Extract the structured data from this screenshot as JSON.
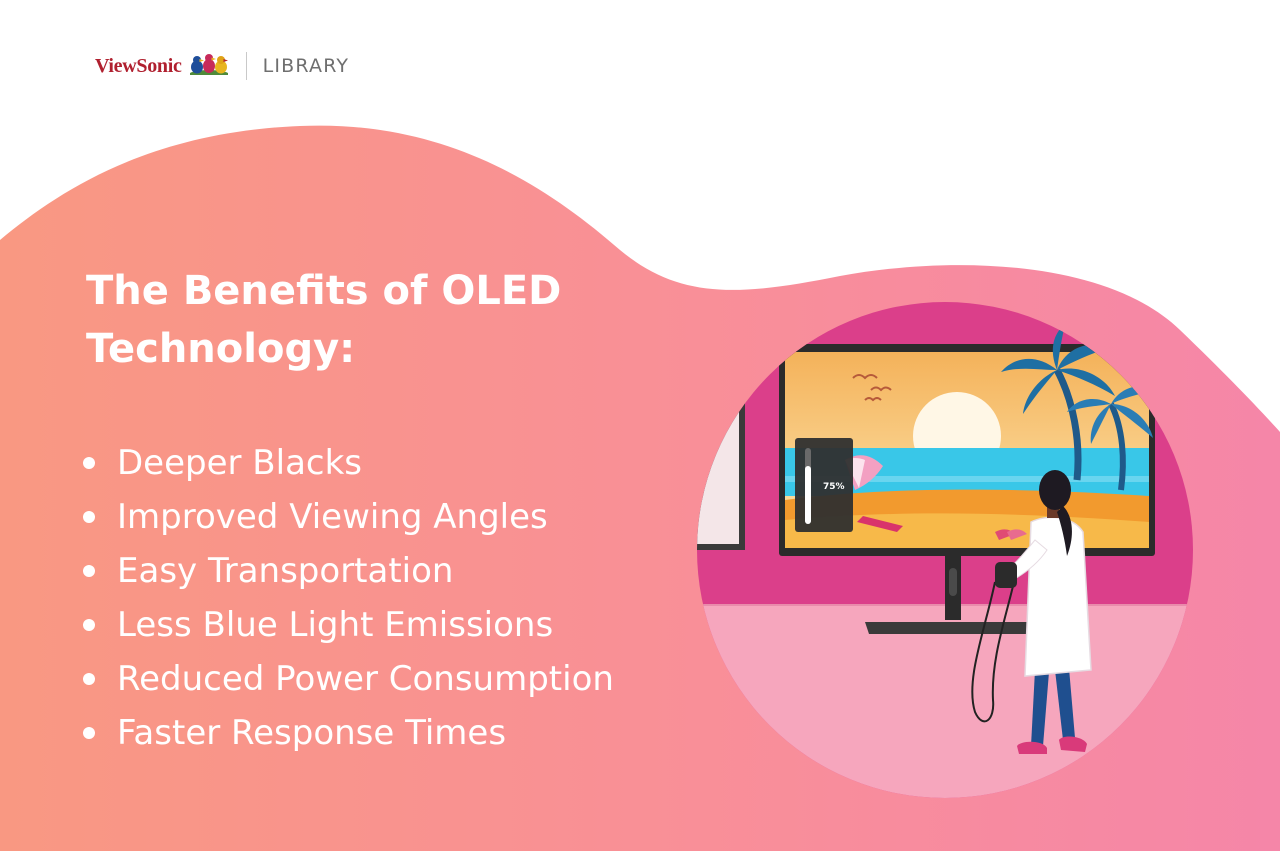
{
  "brand": {
    "name": "ViewSonic",
    "section": "LIBRARY"
  },
  "title": "The Benefits of OLED Technology:",
  "benefits": [
    "Deeper Blacks",
    "Improved Viewing Angles",
    "Easy Transportation",
    "Less Blue Light Emissions",
    "Reduced Power Consumption",
    "Faster Response Times"
  ],
  "illustration": {
    "osd_brightness": "75%"
  },
  "colors": {
    "gradient_start": "#f99882",
    "gradient_end": "#f586a8",
    "brand_red": "#b0202f",
    "scene_magenta": "#db3f8a",
    "scene_floor": "#f6a6bd"
  }
}
